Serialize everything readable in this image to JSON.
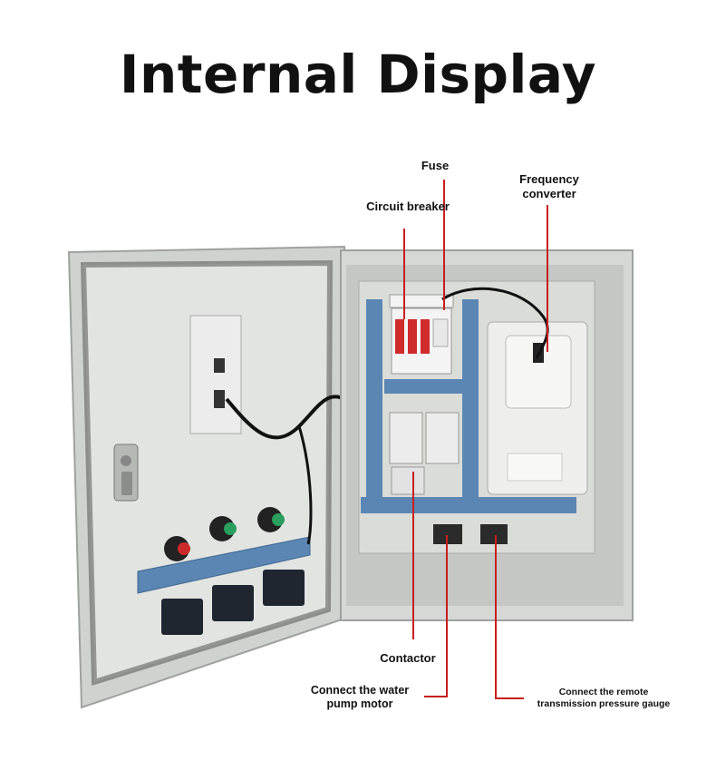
{
  "title": "Internal Display",
  "labels": {
    "fuse": "Fuse",
    "frequency_converter": [
      "Frequency",
      "converter"
    ],
    "circuit_breaker": "Circuit breaker",
    "contactor": "Contactor",
    "connect_motor": [
      "Connect the water",
      "pump motor"
    ],
    "connect_gauge": [
      "Connect the remote",
      "transmission pressure gauge"
    ]
  },
  "colors": {
    "callout_line": "#c81e1e",
    "cabinet_gray": "#d9dcd8",
    "mount_rail": "#5b86b4"
  },
  "icons": [
    "door-latch-icon",
    "indicator-light-icon"
  ]
}
